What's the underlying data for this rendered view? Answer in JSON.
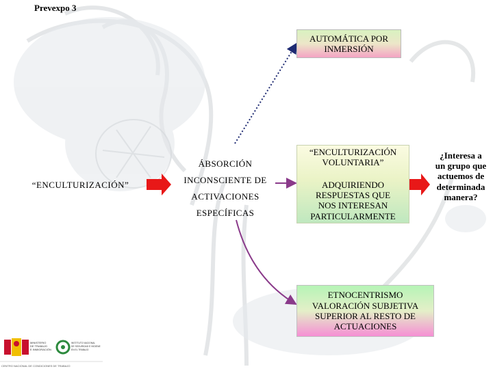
{
  "header": {
    "title": "Prevexpo 3"
  },
  "nodes": {
    "enculturizacion": "“ENCULTURIZACIÓN”",
    "absorcion": "ÁBSORCIÓN\nINCONSCIENTE DE\nACTIVACIONES\nESPECÍFICAS",
    "automatica": "AUTOMÁTICA POR\nINMERSIÓN",
    "voluntaria": "“ENCULTURIZACIÓN\nVOLUNTARIA”",
    "adquiriendo": "ADQUIRIENDO\nRESPUESTAS QUE\nNOS INTERESAN\nPARTICULARMENTE",
    "etnocentrismo": "ETNOCENTRISMO\nVALORACIÓN SUBJETIVA\nSUPERIOR AL RESTO DE\nACTUACIONES",
    "question": "¿Interesa a\nun grupo que\nactuemos de\ndeterminada\nmanera?"
  },
  "logos": {
    "ministerio": "MINISTERIO\nDE TRABAJO\nE INMIGRACIÓN",
    "instituto": "INSTITUTO NACIONAL\nDE SEGURIDAD E HIGIENE\nEN EL TRABAJO",
    "footer": "CENTRO NACIONAL DE CONDICIONES DE TRABAJO"
  },
  "colors": {
    "arrow_red": "#e81818",
    "arrow_navy": "#1e2a72",
    "arrow_purple": "#8a3a8a"
  }
}
